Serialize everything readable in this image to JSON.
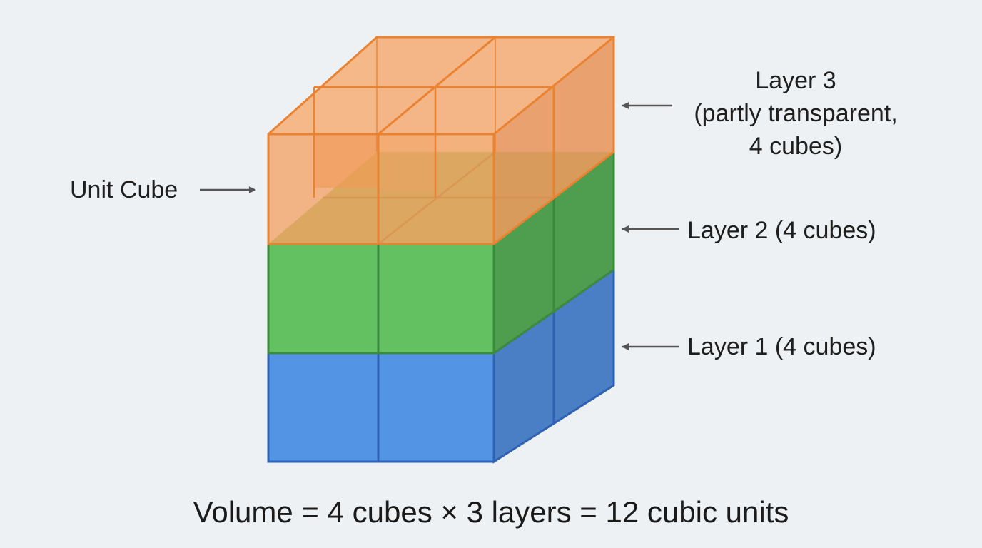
{
  "labels": {
    "unit_cube": "Unit Cube",
    "layer3_line1": "Layer 3",
    "layer3_line2": "(partly transparent,",
    "layer3_line3": "4 cubes)",
    "layer2": "Layer 2 (4 cubes)",
    "layer1": "Layer 1 (4 cubes)"
  },
  "formula": "Volume = 4 cubes × 3 layers = 12 cubic units",
  "structure": {
    "grid_columns": 2,
    "grid_rows": 2,
    "layers": 3,
    "cubes_per_layer": 4,
    "total_cubes": 12
  },
  "colors": {
    "background": "#eef1f3",
    "layer1_front": "#5494e4",
    "layer1_side": "#4a7fc6",
    "layer1_edge": "#2f62b3",
    "layer2_front": "#63c162",
    "layer2_side": "#4f9e4f",
    "layer2_edge": "#3b8a3e",
    "layer3_fill": "#f3a060",
    "layer3_edge": "#e98231",
    "arrow": "#555555",
    "text": "#1f1f1f"
  }
}
